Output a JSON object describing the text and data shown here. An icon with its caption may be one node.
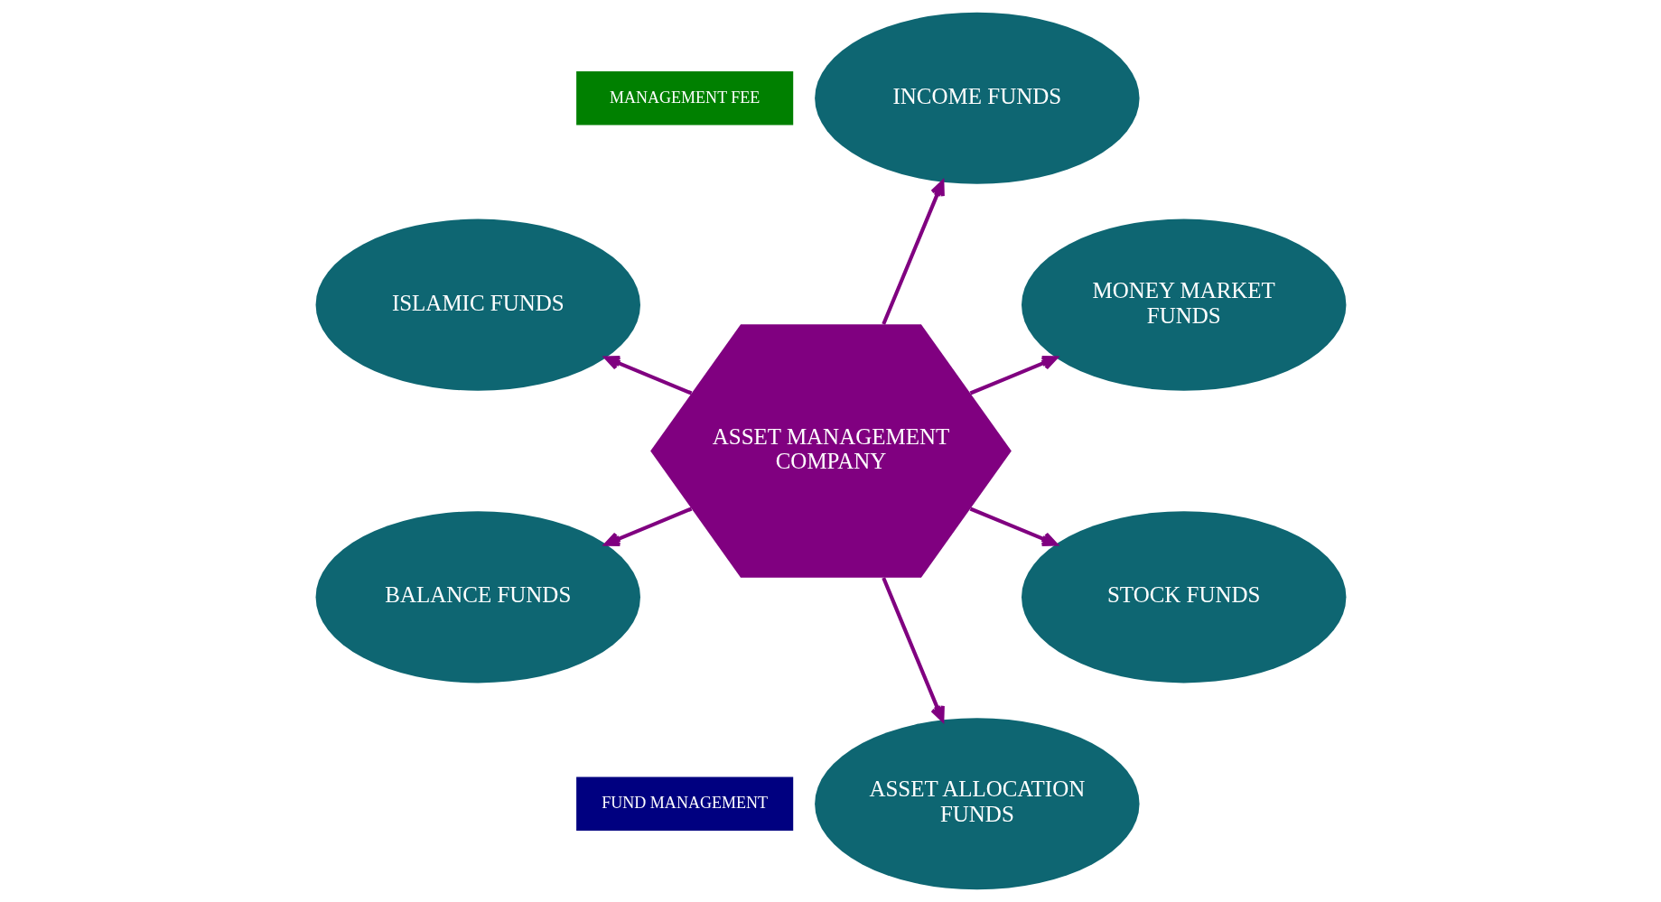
{
  "diagram": {
    "nodes": [
      {
        "text": [
          "MONEY MARKET FUNDS"
        ]
      },
      {
        "text": [
          "INCOME FUNDS"
        ]
      },
      {
        "text": [
          "MANAGEMENT FEE"
        ]
      },
      {
        "text": [
          "ISLAMIC FUNDS"
        ]
      },
      {
        "text": [
          "ASSET MANAGEMENT COMPANY"
        ]
      },
      {
        "text": [
          "BALANCE FUNDS"
        ]
      },
      {
        "text": [
          "FUND MANAGEMENT"
        ]
      },
      {
        "text": [
          "ASSET ALLOCATION FUNDS"
        ]
      },
      {
        "text": [
          "STOCK FUNDS"
        ]
      }
    ],
    "edges": [
      {
        "from": 4,
        "to": 0,
        "arrow": "to"
      },
      {
        "from": 4,
        "to": 1,
        "arrow": "to"
      },
      {
        "from": 4,
        "to": 3,
        "arrow": "to"
      },
      {
        "from": 4,
        "to": 5,
        "arrow": "to"
      },
      {
        "from": 4,
        "to": 7,
        "arrow": "to"
      },
      {
        "from": 4,
        "to": 8,
        "arrow": "to"
      }
    ]
  }
}
